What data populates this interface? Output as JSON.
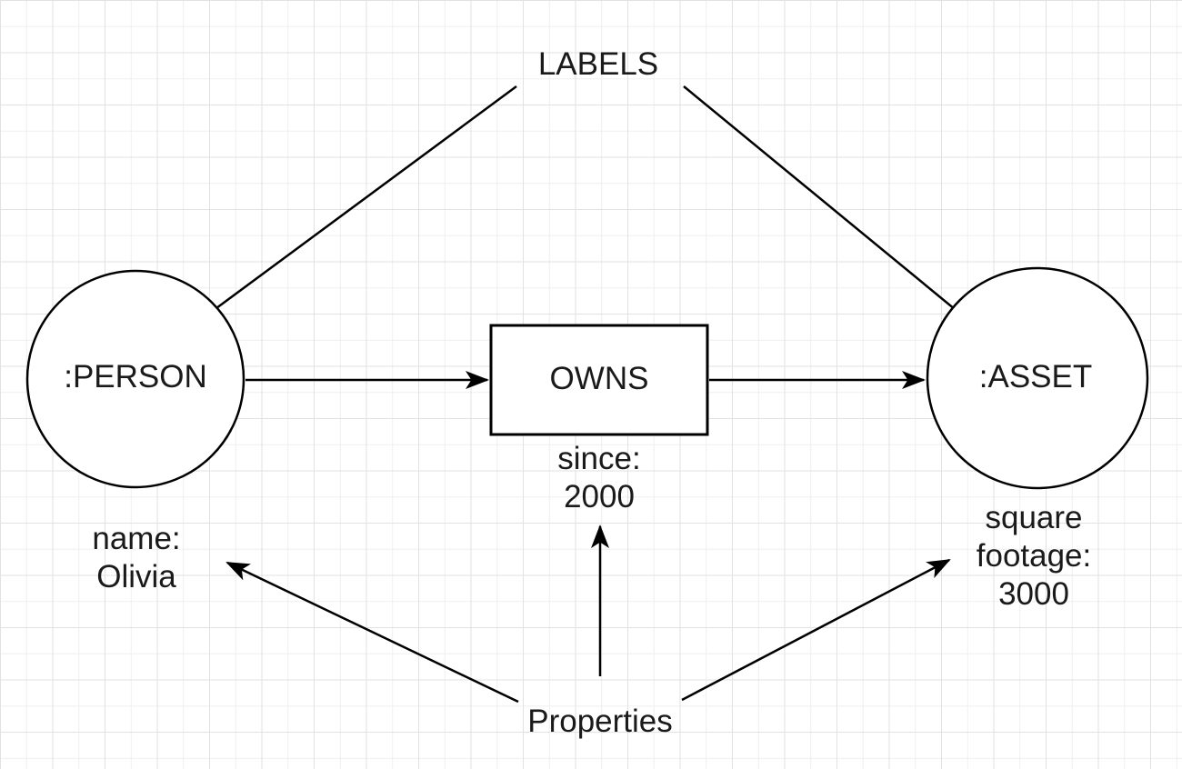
{
  "diagram": {
    "annotations": {
      "labels": "LABELS",
      "properties": "Properties"
    },
    "nodes": {
      "person": {
        "label": ":PERSON"
      },
      "asset": {
        "label": ":ASSET"
      }
    },
    "relationship": {
      "label": "OWNS"
    },
    "property_values": {
      "person": {
        "lines": [
          "name:",
          "Olivia"
        ]
      },
      "relationship": {
        "lines": [
          "since:",
          "2000"
        ]
      },
      "asset": {
        "lines": [
          "square",
          "footage:",
          "3000"
        ]
      }
    },
    "colors": {
      "stroke": "#000000",
      "text": "#1a1a1a",
      "node_fill": "#ffffff",
      "background": "#ffffff",
      "grid_line_minor": "#efefef",
      "grid_line_major": "#e2e2e2"
    }
  }
}
